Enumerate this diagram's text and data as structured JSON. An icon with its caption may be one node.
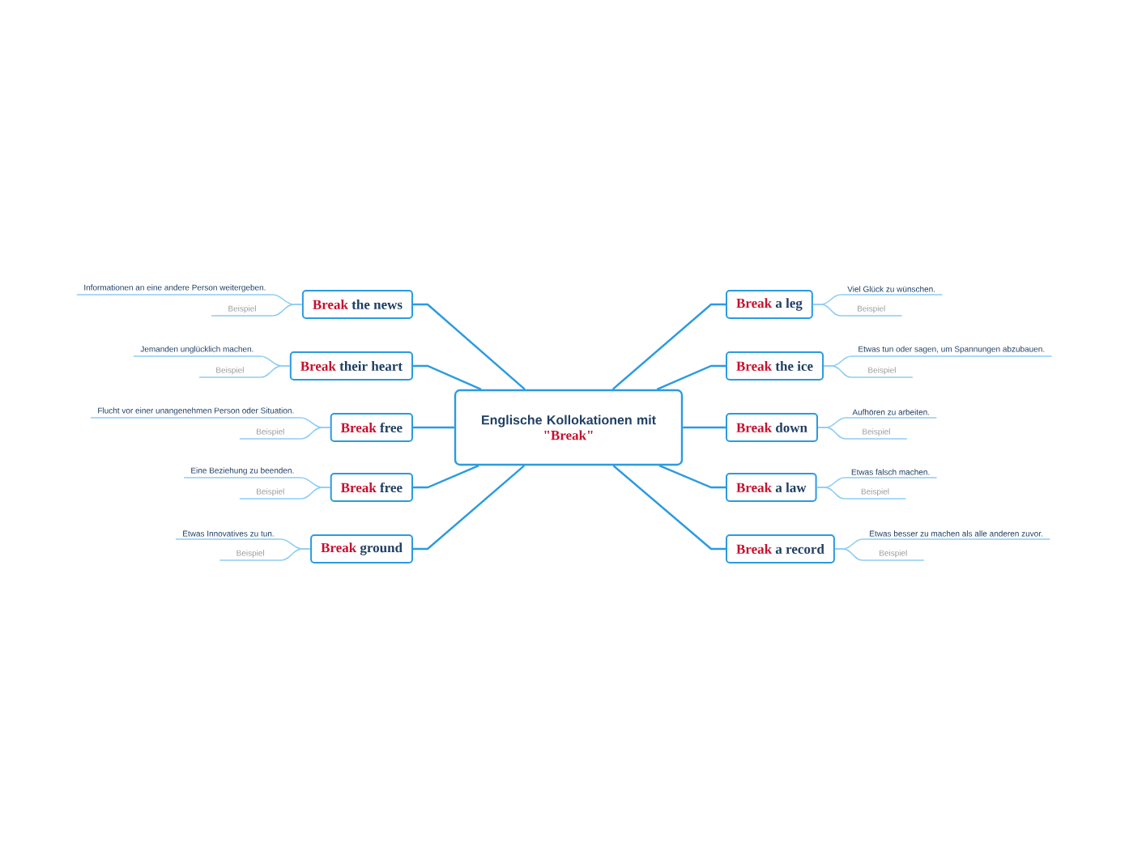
{
  "diagram": {
    "nodes": [
      {
        "text": [
          "Englische Kollokationen mit",
          "\"Break\""
        ]
      },
      {
        "text": [
          "Break",
          "the news"
        ]
      },
      {
        "text": [
          "Informationen an eine andere Person weitergeben."
        ]
      },
      {
        "text": [
          "Beispiel"
        ]
      },
      {
        "text": [
          "Break",
          "their heart"
        ]
      },
      {
        "text": [
          "Jemanden unglücklich machen."
        ]
      },
      {
        "text": [
          "Beispiel"
        ]
      },
      {
        "text": [
          "Break",
          "free"
        ]
      },
      {
        "text": [
          "Flucht vor einer unangenehmen Person oder Situation."
        ]
      },
      {
        "text": [
          "Beispiel"
        ]
      },
      {
        "text": [
          "Break",
          "free"
        ]
      },
      {
        "text": [
          "Eine Beziehung zu beenden."
        ]
      },
      {
        "text": [
          "Beispiel"
        ]
      },
      {
        "text": [
          "Break",
          "ground"
        ]
      },
      {
        "text": [
          "Etwas Innovatives zu tun."
        ]
      },
      {
        "text": [
          "Beispiel"
        ]
      },
      {
        "text": [
          "Break",
          "a leg"
        ]
      },
      {
        "text": [
          "Viel Glück zu wünschen."
        ]
      },
      {
        "text": [
          "Beispiel"
        ]
      },
      {
        "text": [
          "Break",
          "the ice"
        ]
      },
      {
        "text": [
          "Etwas tun oder sagen, um Spannungen abzubauen."
        ]
      },
      {
        "text": [
          "Beispiel"
        ]
      },
      {
        "text": [
          "Break",
          "down"
        ]
      },
      {
        "text": [
          "Aufhören zu arbeiten."
        ]
      },
      {
        "text": [
          "Beispiel"
        ]
      },
      {
        "text": [
          "Break",
          "a law"
        ]
      },
      {
        "text": [
          "Etwas falsch machen."
        ]
      },
      {
        "text": [
          "Beispiel"
        ]
      },
      {
        "text": [
          "Break",
          "a record"
        ]
      },
      {
        "text": [
          "Etwas besser zu machen als alle anderen zuvor."
        ]
      },
      {
        "text": [
          "Beispiel"
        ]
      }
    ],
    "edges": [
      {
        "from": 0,
        "to": 1,
        "arrow": "none",
        "color": "#2a9be0"
      },
      {
        "from": 1,
        "to": 2,
        "arrow": "none"
      },
      {
        "from": 1,
        "to": 3,
        "arrow": "none"
      },
      {
        "from": 0,
        "to": 4,
        "arrow": "none",
        "color": "#2a9be0"
      },
      {
        "from": 4,
        "to": 5,
        "arrow": "none"
      },
      {
        "from": 4,
        "to": 6,
        "arrow": "none"
      },
      {
        "from": 0,
        "to": 7,
        "arrow": "none",
        "color": "#2a9be0"
      },
      {
        "from": 7,
        "to": 8,
        "arrow": "none"
      },
      {
        "from": 7,
        "to": 9,
        "arrow": "none"
      },
      {
        "from": 0,
        "to": 10,
        "arrow": "none",
        "color": "#2a9be0"
      },
      {
        "from": 10,
        "to": 11,
        "arrow": "none"
      },
      {
        "from": 10,
        "to": 12,
        "arrow": "none"
      },
      {
        "from": 0,
        "to": 13,
        "arrow": "none",
        "color": "#2a9be0"
      },
      {
        "from": 13,
        "to": 14,
        "arrow": "none"
      },
      {
        "from": 13,
        "to": 15,
        "arrow": "none"
      },
      {
        "from": 0,
        "to": 16,
        "arrow": "none",
        "color": "#2a9be0"
      },
      {
        "from": 16,
        "to": 17,
        "arrow": "none"
      },
      {
        "from": 16,
        "to": 18,
        "arrow": "none"
      },
      {
        "from": 0,
        "to": 19,
        "arrow": "none",
        "color": "#2a9be0"
      },
      {
        "from": 19,
        "to": 20,
        "arrow": "none"
      },
      {
        "from": 19,
        "to": 21,
        "arrow": "none"
      },
      {
        "from": 0,
        "to": 22,
        "arrow": "none",
        "color": "#2a9be0"
      },
      {
        "from": 22,
        "to": 23,
        "arrow": "none"
      },
      {
        "from": 22,
        "to": 24,
        "arrow": "none"
      },
      {
        "from": 0,
        "to": 25,
        "arrow": "none",
        "color": "#2a9be0"
      },
      {
        "from": 25,
        "to": 26,
        "arrow": "none"
      },
      {
        "from": 25,
        "to": 27,
        "arrow": "none"
      },
      {
        "from": 0,
        "to": 28,
        "arrow": "none",
        "color": "#2a9be0"
      },
      {
        "from": 28,
        "to": 29,
        "arrow": "none"
      },
      {
        "from": 28,
        "to": 30,
        "arrow": "none"
      }
    ]
  }
}
